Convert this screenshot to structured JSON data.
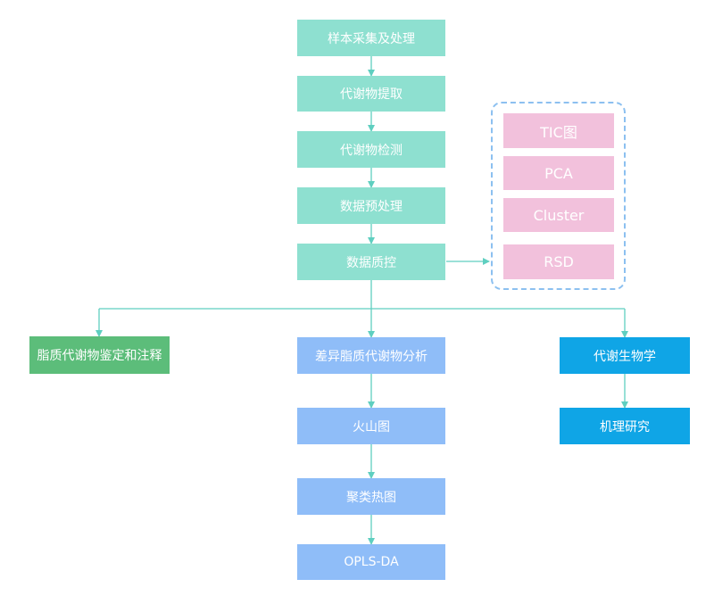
{
  "pipeline": {
    "step1": "样本采集及处理",
    "step2": "代谢物提取",
    "step3": "代谢物检测",
    "step4": "数据预处理",
    "step5": "数据质控"
  },
  "qc_methods": {
    "item1": "TIC图",
    "item2": "PCA",
    "item3": "Cluster",
    "item4": "RSD"
  },
  "branches": {
    "left": "脂质代谢物鉴定和注释",
    "middle": "差异脂质代谢物分析",
    "right": "代谢生物学"
  },
  "analysis": {
    "item1": "火山图",
    "item2": "聚类热图",
    "item3": "OPLS-DA"
  },
  "biology": {
    "item1": "机理研究"
  },
  "colors": {
    "connector": "#5fcfc0",
    "teal": "#8ee0d0",
    "green": "#5cbd7a",
    "blue": "#8fbdf8",
    "cyan": "#0fa5e6",
    "pink": "#f2c1dc",
    "dashed_border": "#8cc0f0"
  }
}
